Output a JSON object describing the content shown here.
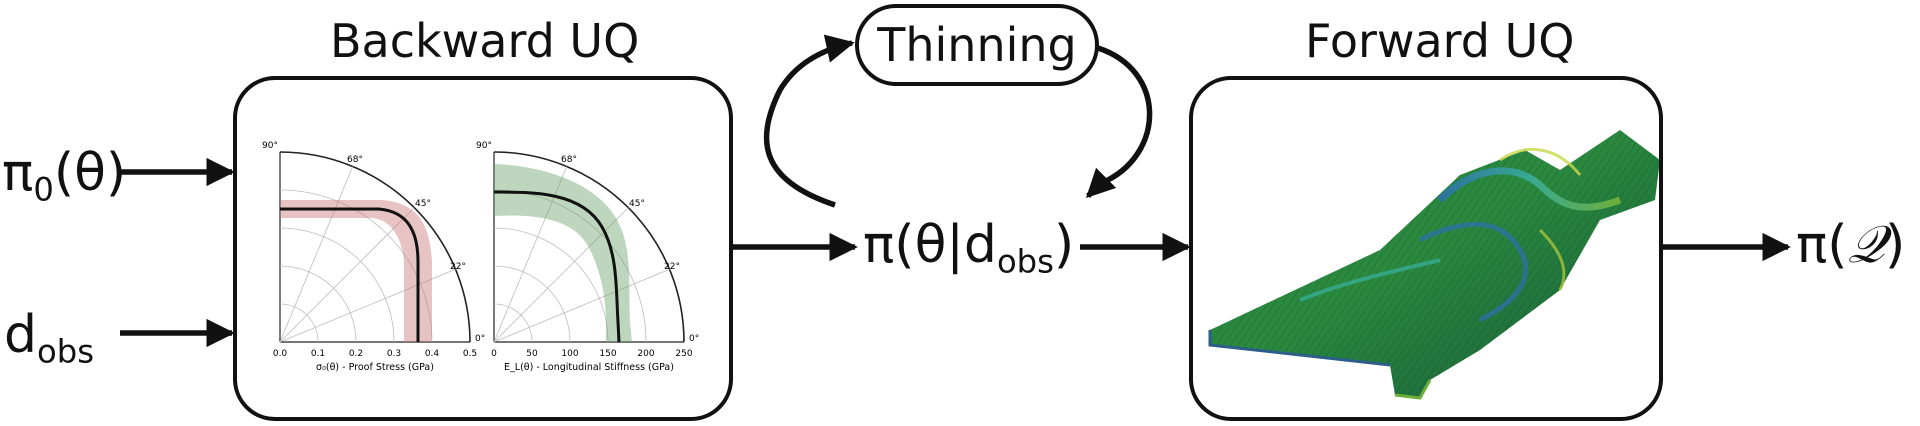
{
  "titles": {
    "backward": "Backward UQ",
    "forward": "Forward UQ",
    "thinning": "Thinning"
  },
  "inputs": {
    "prior_base": "π",
    "prior_sub": "0",
    "prior_arg": "(θ)",
    "data_base": "d",
    "data_sub": "obs"
  },
  "posterior": {
    "prefix": "π(θ|d",
    "sub": "obs",
    "suffix": ")"
  },
  "output": {
    "prefix": "π(",
    "symbol": "𝒬",
    "suffix": ")"
  },
  "plots": {
    "left": {
      "angle_labels": [
        "90°",
        "68°",
        "45°",
        "22°",
        "0°"
      ],
      "ticks": [
        "0.0",
        "0.1",
        "0.2",
        "0.3",
        "0.4",
        "0.5"
      ],
      "xlabel": "σ₀(θ) - Proof Stress (GPa)"
    },
    "right": {
      "angle_labels": [
        "90°",
        "68°",
        "45°",
        "22°",
        "0°"
      ],
      "ticks": [
        "0",
        "50",
        "100",
        "150",
        "200",
        "250"
      ],
      "xlabel": "E_L(θ) - Longitudinal Stiffness (GPa)"
    }
  },
  "colors": {
    "stroke": "#111111",
    "left_band": "#c97b7b",
    "right_band": "#6fa46f"
  }
}
